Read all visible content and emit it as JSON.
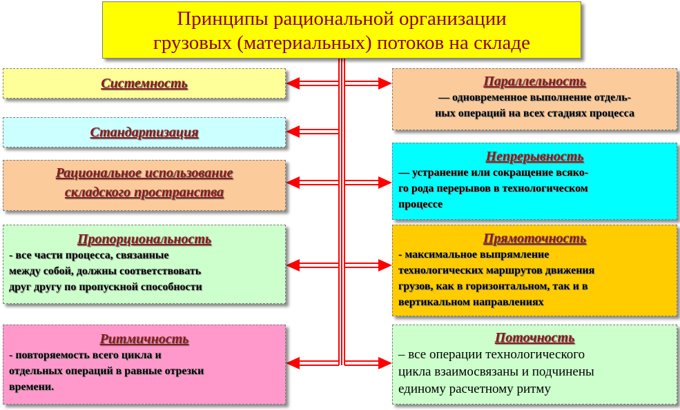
{
  "title": {
    "line1": "Принципы рациональной организации",
    "line2": "грузовых (материальных) потоков на складе"
  },
  "left": [
    {
      "head": "Системность",
      "color": "#ffff99"
    },
    {
      "head": "Стандартизация",
      "color": "#ccffff"
    },
    {
      "head1": "Рациональное использование",
      "head2": "складского пространства",
      "color": "#fbcb9b"
    },
    {
      "head": "Пропорциональность",
      "desc": [
        "-  все части процесса, связанные",
        "между собой, должны соответствовать",
        "друг другу по пропускной способности"
      ],
      "color": "#ccffcc"
    },
    {
      "head": "Ритмичность",
      "desc": [
        "- повторяемость  всего цикла и",
        "отдельных  операций в равные отрезки",
        "времени."
      ],
      "color": "#ff99cc"
    }
  ],
  "right": [
    {
      "head": "Параллельность",
      "desc": [
        "— одновременное выполнение отдель-",
        "ных операций на всех стадиях процесса"
      ],
      "color": "#fbcb9b"
    },
    {
      "head": "Непрерывность",
      "desc": [
        "— устранение  или сокращение  всяко-",
        "го рода перерывов в технологическом",
        "процессе"
      ],
      "color": "#00ffff"
    },
    {
      "head": "Прямоточность",
      "desc": [
        "- максимальное  выпрямление",
        "технологических маршрутов движения",
        "грузов, как в горизонтальном,  так и в",
        "вертикальном  направлениях"
      ],
      "color": "#ffcc00"
    },
    {
      "head": "Поточность",
      "desc": [
        "– все операции технологического",
        "цикла взаимосвязаны и подчинены",
        "единому расчетному ритму"
      ],
      "color": "#ccffcc"
    }
  ],
  "colors": {
    "arrow": "#ff0000",
    "title_bg": "#ffff00",
    "title_text": "#8b0000",
    "head_text": "#8b1a1a"
  }
}
